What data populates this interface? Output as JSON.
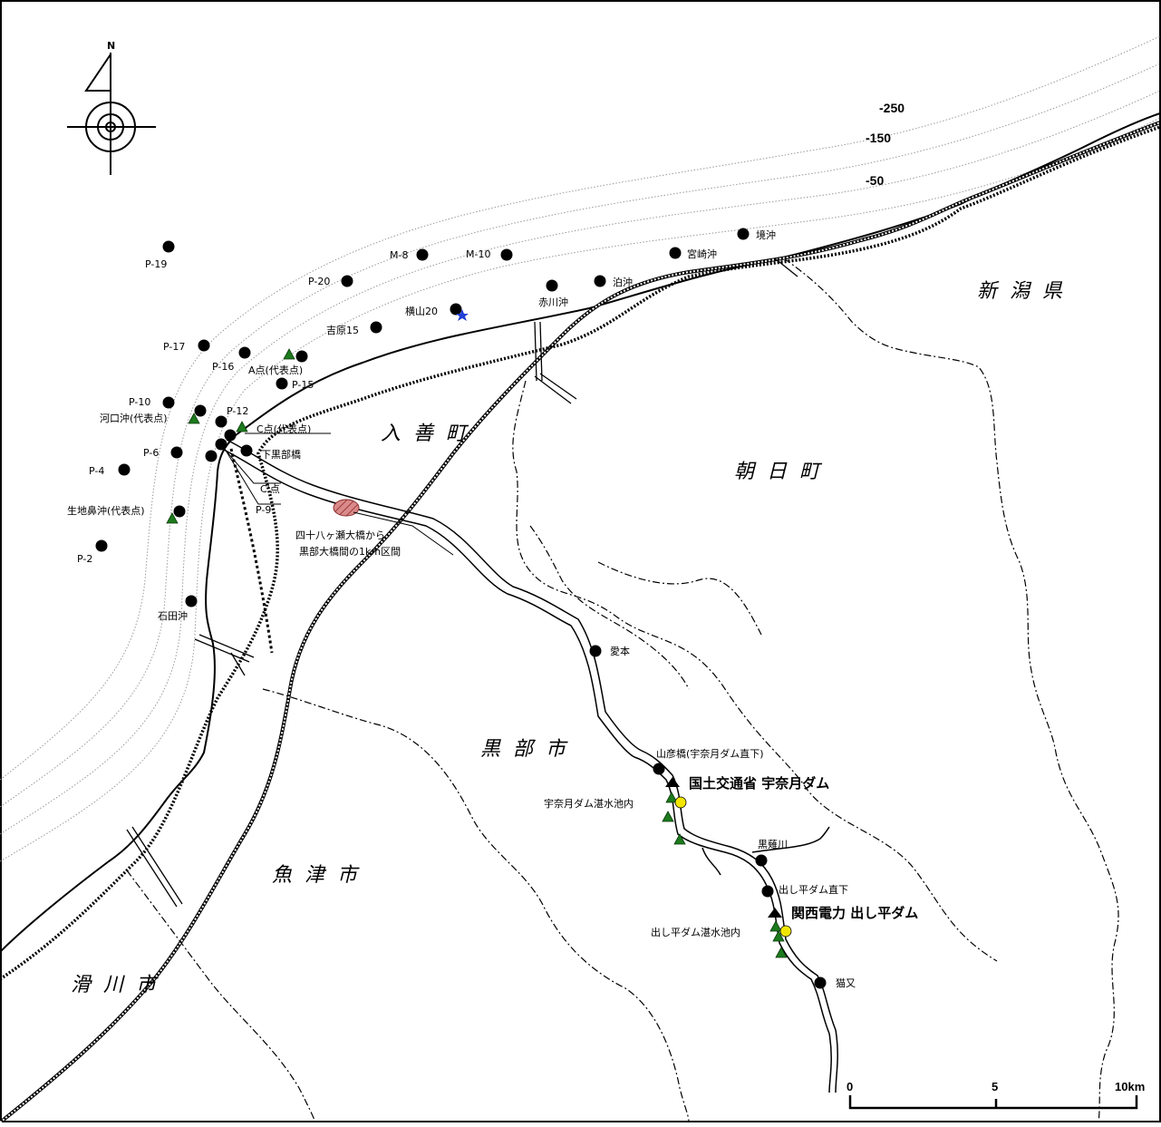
{
  "compass": {
    "north_label": "N"
  },
  "municipalities": {
    "niigata": "新潟県",
    "nyuzen": "入善町",
    "asahi": "朝日町",
    "kurobe": "黒部市",
    "uozu": "魚津市",
    "namerikawa": "滑川市"
  },
  "depth_contours": [
    "-250",
    "-150",
    "-50"
  ],
  "stations": {
    "p19": "P-19",
    "p20": "P-20",
    "m8": "M-8",
    "m10": "M-10",
    "miyazaki": "宮崎沖",
    "sakai": "境沖",
    "tomari": "泊沖",
    "akagawa": "赤川沖",
    "yokoyama": "横山20",
    "yoshiwara": "吉原15",
    "p17": "P-17",
    "p16": "P-16",
    "apoint": "A点(代表点)",
    "p15": "P-15",
    "p10": "P-10",
    "kakou": "河口沖(代表点)",
    "p12": "P-12",
    "cpoint": "C点(代表点)",
    "p6": "P-6",
    "shimokurobe": "下黒部橋",
    "p4": "P-4",
    "cdash": "C'点",
    "p9": "P-9",
    "ikuji": "生地鼻沖(代表点)",
    "p2": "P-2",
    "ishida": "石田沖",
    "aimoto": "愛本",
    "yamabiko": "山彦橋(宇奈月ダム直下)",
    "unazuki_res": "宇奈月ダム湛水池内",
    "kuronagi": "黒薙川",
    "dashidaira_below": "出し平ダム直下",
    "dashidaira_res": "出し平ダム湛水池内",
    "nekomata": "猫又"
  },
  "section": {
    "line1": "四十八ヶ瀬大橋から",
    "line2": "黒部大橋間の1km区間"
  },
  "dams": {
    "unazuki": "国土交通省 宇奈月ダム",
    "dashidaira": "関西電力 出し平ダム"
  },
  "scale": {
    "zero": "0",
    "five": "5",
    "ten": "10km"
  },
  "colors": {
    "station": "#000000",
    "sampling_triangle": "#1d7a1d",
    "dam_point": "#f2e600",
    "highlight_star": "#1f3fd6",
    "section_patch": "#c85a5a"
  }
}
